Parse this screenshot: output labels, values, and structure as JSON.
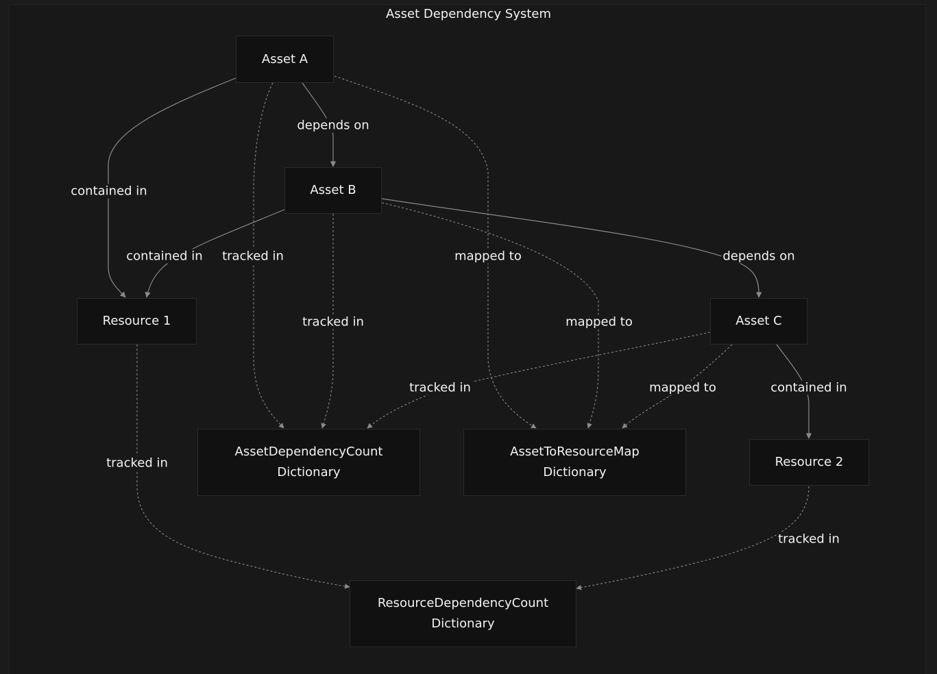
{
  "title": "Asset Dependency System",
  "nodes": {
    "asset_a": "Asset A",
    "asset_b": "Asset B",
    "asset_c": "Asset C",
    "resource_1": "Resource 1",
    "resource_2": "Resource 2",
    "asset_dep_count": [
      "AssetDependencyCount",
      "Dictionary"
    ],
    "asset_to_resource": [
      "AssetToResourceMap",
      "Dictionary"
    ],
    "resource_dep_count": [
      "ResourceDependencyCount",
      "Dictionary"
    ]
  },
  "edges": {
    "a_to_r1": "contained in",
    "a_to_b": "depends on",
    "a_to_adc": "tracked in",
    "a_to_atr": "mapped to",
    "b_to_r1": "contained in",
    "b_to_adc": "tracked in",
    "b_to_atr": "mapped to",
    "b_to_c": "depends on",
    "c_to_adc": "tracked in",
    "c_to_atr": "mapped to",
    "c_to_r2": "contained in",
    "r1_to_rdc": "tracked in",
    "r2_to_rdc": "tracked in"
  },
  "colors": {
    "background": "#181818",
    "node_fill": "#111111",
    "edge": "#8a8a8a"
  }
}
